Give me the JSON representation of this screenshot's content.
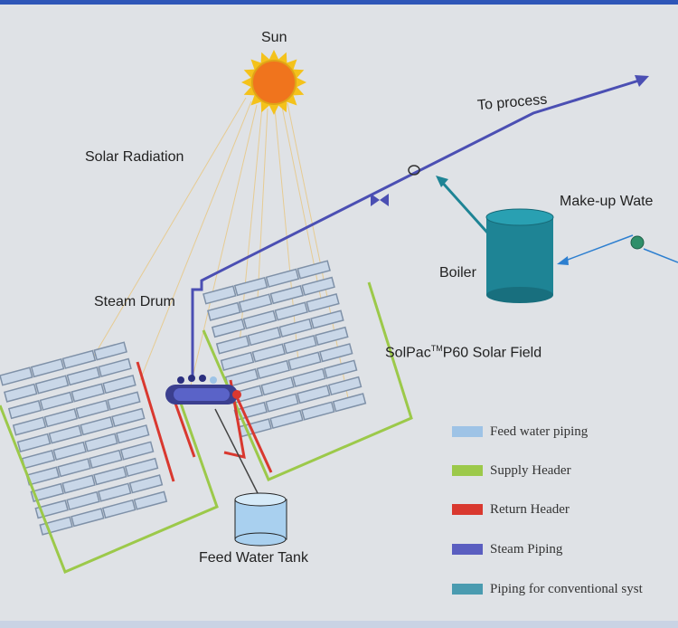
{
  "labels": {
    "sun": "Sun",
    "solar_radiation": "Solar Radiation",
    "to_process": "To process",
    "make_up_water": "Make-up Wate",
    "boiler": "Boiler",
    "steam_drum": "Steam Drum",
    "solar_field_prefix": "SolPac",
    "solar_field_tm": "TM",
    "solar_field_suffix": "P60 Solar Field",
    "feed_water_tank": "Feed Water Tank"
  },
  "legend": [
    {
      "label": "Feed water piping",
      "color": "#9ec3e6"
    },
    {
      "label": "Supply Header",
      "color": "#9cc94a"
    },
    {
      "label": "Return Header",
      "color": "#d9382f"
    },
    {
      "label": "Steam Piping",
      "color": "#5a5ec0"
    },
    {
      "label": "Piping for conventional syst",
      "color": "#4a9bb0"
    }
  ],
  "colors": {
    "sun": "#f0741d",
    "sun_rays": "#f4c21b",
    "steam": "#4b4fb3",
    "boiler": "#1e8495",
    "panel_frame": "#7f91a8",
    "panel_fill": "#c9d7e8",
    "supply": "#9cc94a",
    "return": "#d9382f"
  }
}
